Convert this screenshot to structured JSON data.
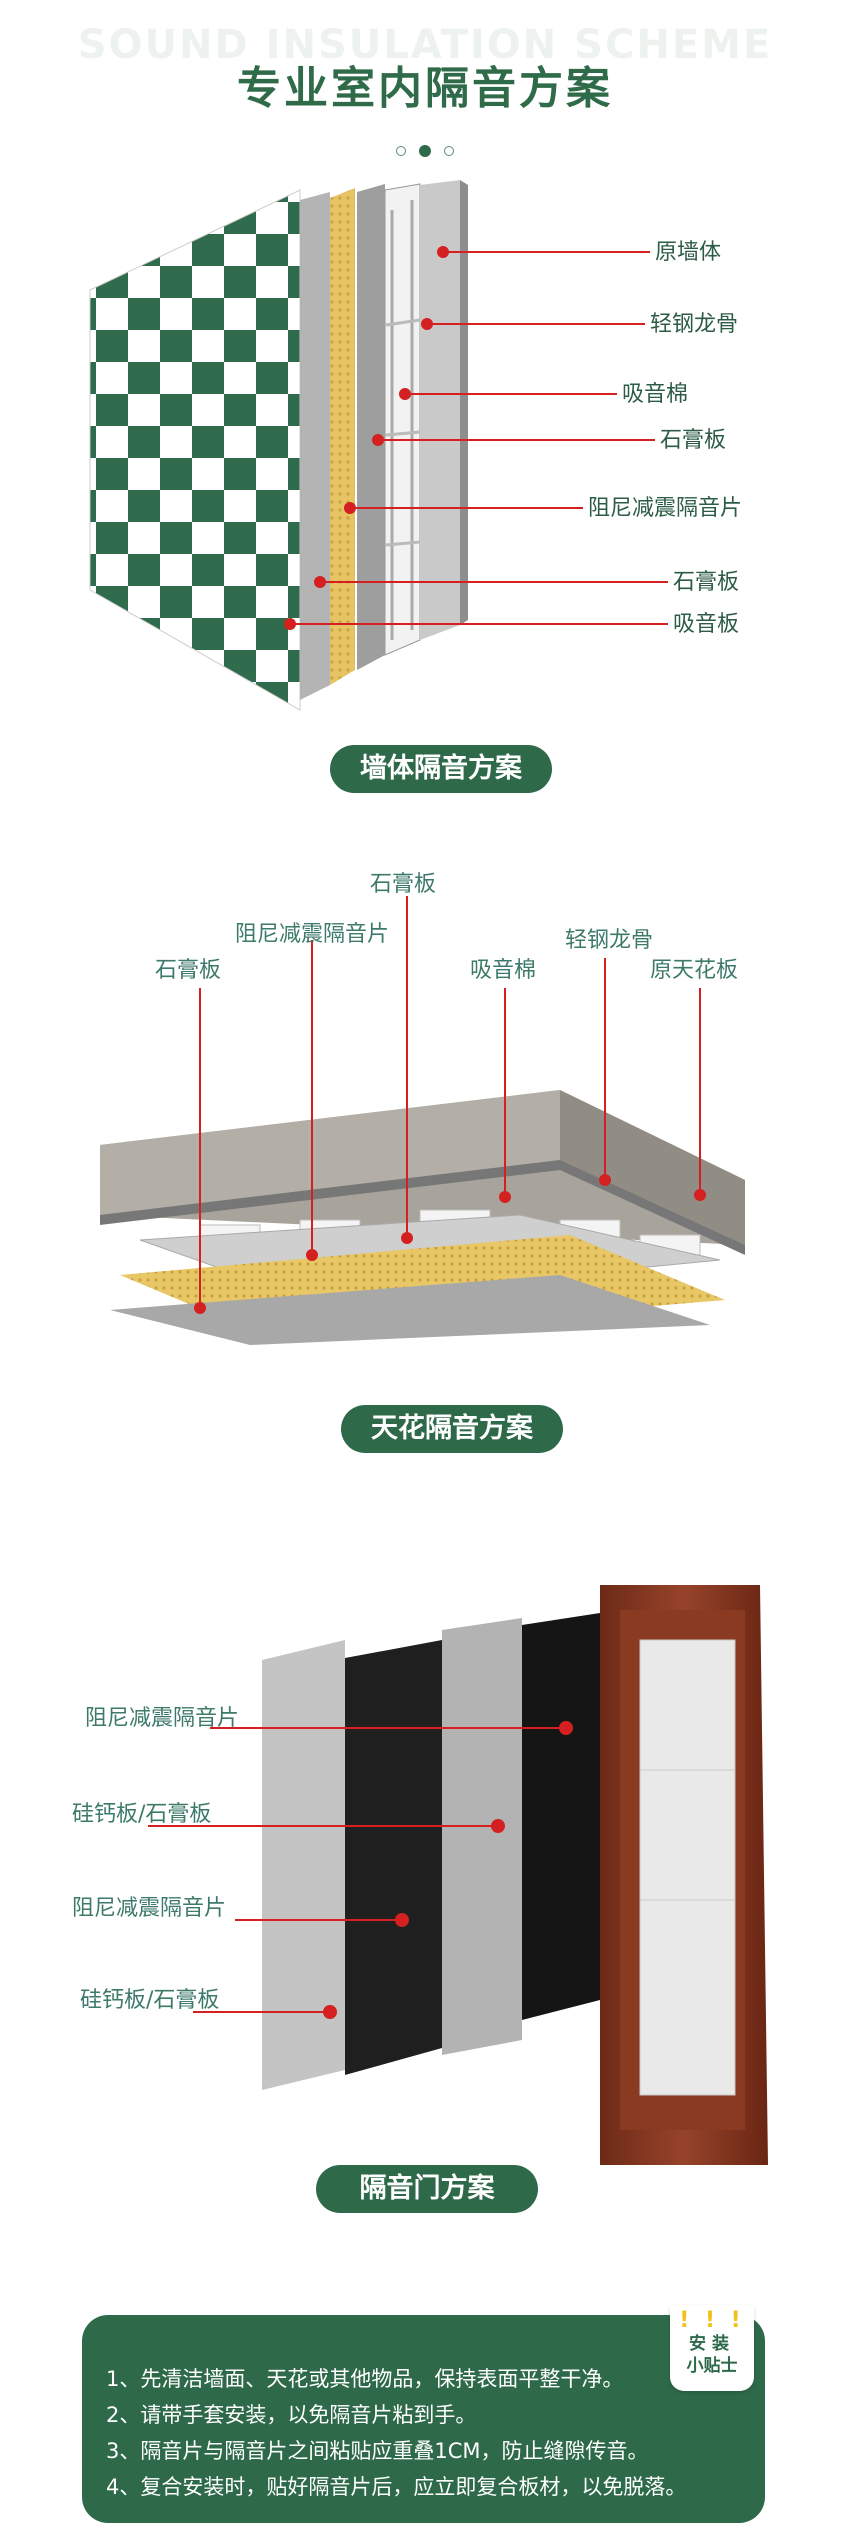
{
  "header": {
    "bg_text": "SOUND INSULATION SCHEME",
    "title": "专业室内隔音方案"
  },
  "wall_section": {
    "labels": [
      "原墙体",
      "轻钢龙骨",
      "吸音棉",
      "石膏板",
      "阻尼减震隔音片",
      "石膏板",
      "吸音板"
    ],
    "pill": "墙体隔音方案"
  },
  "ceiling_section": {
    "labels": [
      "石膏板",
      "阻尼减震隔音片",
      "石膏板",
      "吸音棉",
      "轻钢龙骨",
      "原天花板"
    ],
    "pill": "天花隔音方案"
  },
  "door_section": {
    "labels": [
      "阻尼减震隔音片",
      "硅钙板/石膏板",
      "阻尼减震隔音片",
      "硅钙板/石膏板"
    ],
    "pill": "隔音门方案"
  },
  "tips": {
    "badge_bang": "! ! !",
    "badge_line1": "安装",
    "badge_line2": "小贴士",
    "items": [
      "1、先清洁墙面、天花或其他物品，保持表面平整干净。",
      "2、请带手套安装，以免隔音片粘到手。",
      "3、隔音片与隔音片之间粘贴应重叠1CM，防止缝隙传音。",
      "4、复合安装时，贴好隔音片后，应立即复合板材，以免脱落。"
    ]
  },
  "colors": {
    "brand_green": "#2e6a4a",
    "callout_red": "#d42020",
    "damping_yellow": "#e2c05a"
  }
}
